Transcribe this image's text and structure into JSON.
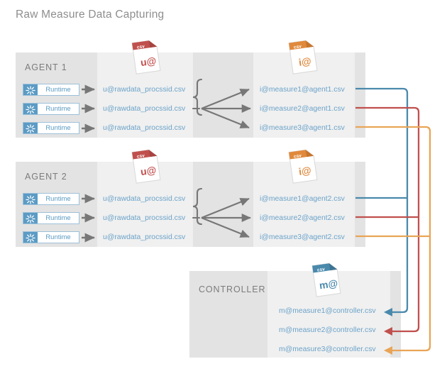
{
  "title": "Raw Measure Data Capturing",
  "colors": {
    "panel_dark": "#e3e3e3",
    "panel_light": "#f0f0f0",
    "text_gray": "#7c7c7c",
    "file_text": "#6ba3c9",
    "runtime_blue": "#5b9bc4",
    "arrow_gray": "#777777",
    "line_blue": "#4a89ac",
    "line_red": "#c0504d",
    "line_orange": "#e8a557",
    "csv_red": "#c0504d",
    "csv_orange": "#e0893c",
    "csv_blue": "#4a89ac"
  },
  "icons": {
    "runtime": "runtime-starburst-icon",
    "csv_red": "csv-file-icon",
    "csv_orange": "csv-file-icon",
    "csv_blue": "csv-file-icon",
    "brace": "curly-brace",
    "arrow": "arrow-right"
  },
  "csv_badge_label": "csv",
  "panels": [
    {
      "id": "agent1",
      "label": "AGENT 1",
      "runtime_label": "Runtime",
      "runtimes": [
        "Runtime",
        "Runtime",
        "Runtime"
      ],
      "raw_files": [
        "u@rawdata_procssid.csv",
        "u@rawdata_procssid.csv",
        "u@rawdata_procssid.csv"
      ],
      "raw_icon_text": "u@",
      "measure_icon_text": "i@",
      "measure_files": [
        "i@measure1@agent1.csv",
        "i@measure2@agent1.csv",
        "i@measure3@agent1.csv"
      ]
    },
    {
      "id": "agent2",
      "label": "AGENT 2",
      "runtime_label": "Runtime",
      "runtimes": [
        "Runtime",
        "Runtime",
        "Runtime"
      ],
      "raw_files": [
        "u@rawdata_procssid.csv",
        "u@rawdata_procssid.csv",
        "u@rawdata_procssid.csv"
      ],
      "raw_icon_text": "u@",
      "measure_icon_text": "i@",
      "measure_files": [
        "i@measure1@agent2.csv",
        "i@measure2@agent2.csv",
        "i@measure3@agent2.csv"
      ]
    }
  ],
  "controller": {
    "id": "controller",
    "label": "CONTROLLER",
    "icon_text": "m@",
    "files": [
      "m@measure1@controller.csv",
      "m@measure2@controller.csv",
      "m@measure3@controller.csv"
    ]
  }
}
